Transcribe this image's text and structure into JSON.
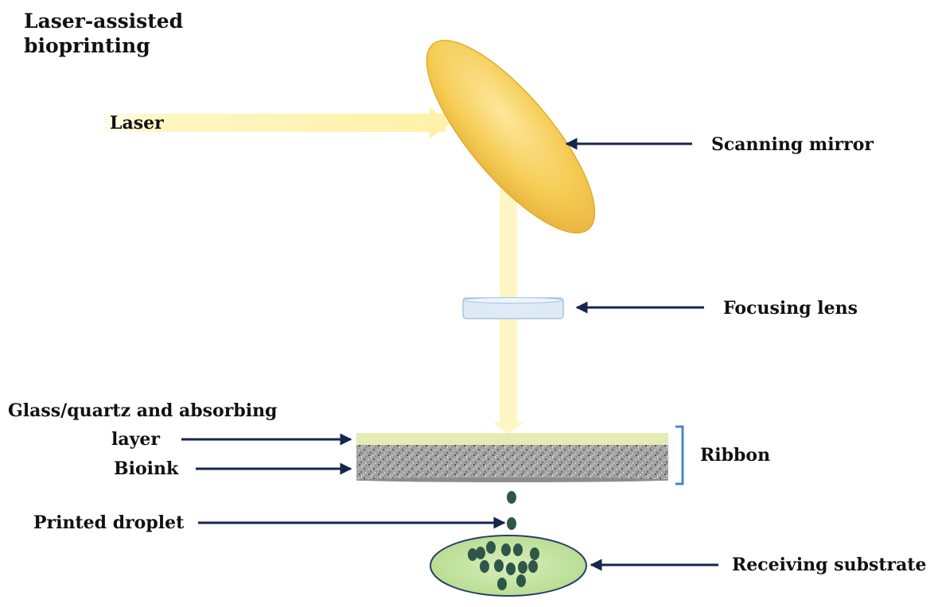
{
  "title_lines": [
    "Laser-assisted",
    "bioprinting"
  ],
  "labels": {
    "laser": "Laser",
    "scanning_mirror": "Scanning mirror",
    "focusing_lens": "Focusing lens",
    "glass_line1": "Glass/quartz and absorbing",
    "glass_line2": "layer",
    "bioink": "Bioink",
    "ribbon": "Ribbon",
    "printed_droplet": "Printed droplet",
    "receiving_substrate": "Receiving substrate"
  },
  "colors": {
    "beam": "#fff6c4",
    "mirror": "#f2c94c",
    "mirror_edge": "#e0ae2a",
    "lens": "#dfeaf7",
    "lens_edge": "#a9c3e3",
    "absorbing_layer": "#e4ebb4",
    "bioink": "#9a9a9a",
    "substrate": "#bfe19a",
    "substrate_edge": "#2b3e6b",
    "droplet": "#2f5648",
    "arrow": "#16264f",
    "bracket": "#4a86c8"
  }
}
